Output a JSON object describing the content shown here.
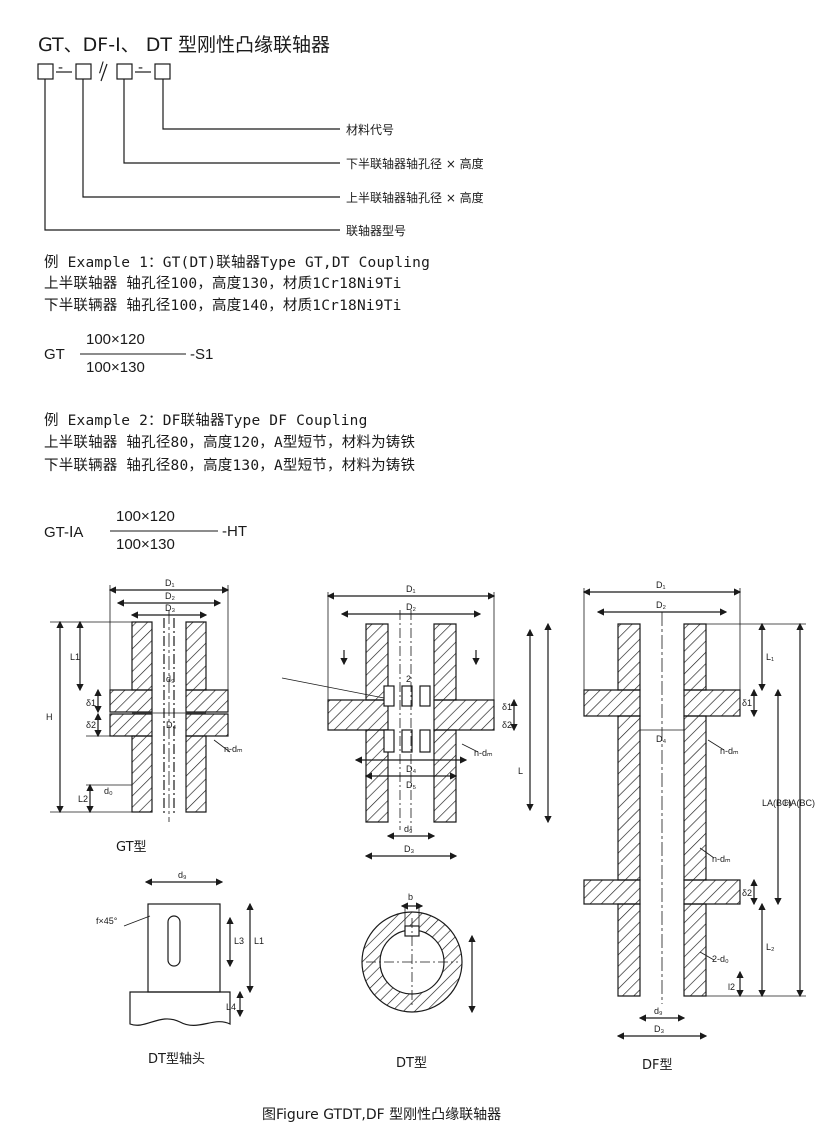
{
  "title": "GT、DF-Ⅰ、 DT 型刚性凸缘联轴器",
  "code_scheme": {
    "separators": [
      "-",
      "/",
      "-"
    ],
    "labels": [
      "材料代号",
      "下半联轴器轴孔径 × 高度",
      "上半联轴器轴孔径 × 高度",
      "联轴器型号"
    ]
  },
  "example1": {
    "heading": "例 Example 1：GT(DT)联轴器Type GT,DT Coupling",
    "line_upper": "上半联轴器  轴孔径100，高度130，材质1Cr18Ni9Ti",
    "line_lower": "下半联辆器  轴孔径100，高度140，材质1Cr18Ni9Ti",
    "formula": {
      "prefix": "GT",
      "numerator": "100×120",
      "denominator": "100×130",
      "suffix": "-S1"
    }
  },
  "example2": {
    "heading": "例 Example 2：DF联轴器Type DF Coupling",
    "line_upper": "上半联轴器  轴孔径80，高度120，A型短节，材料为铸铁",
    "line_lower": "下半联辆器  轴孔径80，高度130，A型短节，材料为铸铁",
    "formula": {
      "prefix": "GT-ⅠA",
      "numerator": "100×120",
      "denominator": "100×130",
      "suffix": "-HT"
    }
  },
  "drawings": {
    "gt": {
      "caption": "GT型",
      "dims": {
        "D1": "D₁",
        "D2": "D₂",
        "D3": "D₃",
        "D4": "D₄",
        "d9": "d₉",
        "d0": "d₀",
        "H": "H",
        "L1": "L1",
        "L2": "L2",
        "delta1": "δ1",
        "delta2": "δ2",
        "ndm": "n-dₘ"
      }
    },
    "dt": {
      "caption": "DT型",
      "dims": {
        "D1": "D₁",
        "D2": "D₂",
        "D3": "D₃",
        "D4": "D₄",
        "D5": "D₅",
        "d9": "d₉",
        "two": "2",
        "L": "L",
        "delta1": "δ1",
        "delta2": "δ2",
        "ndm": "n-dₘ"
      }
    },
    "dt_shaft": {
      "caption": "DT型轴头",
      "dims": {
        "d9": "d₉",
        "chamfer": "f×45°",
        "L1": "L1",
        "L3": "L3",
        "L4": "L4"
      }
    },
    "dt_section": {
      "caption": "DT型",
      "dims": {
        "b": "b"
      }
    },
    "df": {
      "caption": "DF型",
      "dims": {
        "D1": "D₁",
        "D2": "D₂",
        "D3": "D₃",
        "D4": "D₄",
        "d9": "d₉",
        "L1": "L₁",
        "L2": "L₂",
        "LA": "LA(BC)",
        "HA": "HA(BC)",
        "delta1": "δ1",
        "delta2": "δ2",
        "ndm": "n-dₘ",
        "ndo": "2-d₀",
        "l2": "l2"
      }
    }
  },
  "figure_caption": "图Figure  GTDT,DF 型刚性凸缘联轴器"
}
